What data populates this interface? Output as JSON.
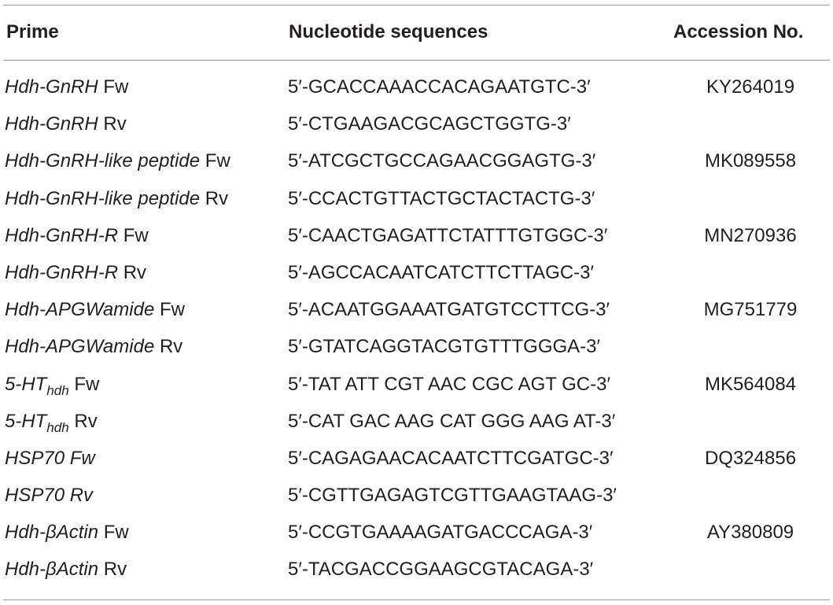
{
  "table": {
    "headers": {
      "primer": "Prime",
      "sequence": "Nucleotide sequences",
      "accession": "Accession No."
    },
    "rows": [
      {
        "name": "Hdh-GnRH",
        "name_sub": "",
        "suffix": " Fw",
        "suffix_italic": false,
        "sequence": "5′-GCACCAAACCACAGAATGTC-3′",
        "accession": "KY264019"
      },
      {
        "name": "Hdh-GnRH",
        "name_sub": "",
        "suffix": " Rv",
        "suffix_italic": false,
        "sequence": "5′-CTGAAGACGCAGCTGGTG-3′",
        "accession": ""
      },
      {
        "name": "Hdh-GnRH-like peptide",
        "name_sub": "",
        "suffix": " Fw",
        "suffix_italic": false,
        "sequence": "5′-ATCGCTGCCAGAACGGAGTG-3′",
        "accession": "MK089558"
      },
      {
        "name": "Hdh-GnRH-like peptide",
        "name_sub": "",
        "suffix": " Rv",
        "suffix_italic": false,
        "sequence": "5′-CCACTGTTACTGCTACTACTG-3′",
        "accession": ""
      },
      {
        "name": "Hdh-GnRH-R",
        "name_sub": "",
        "suffix": " Fw",
        "suffix_italic": false,
        "sequence": "5′-CAACTGAGATTCTATTTGTGGC-3′",
        "accession": "MN270936"
      },
      {
        "name": "Hdh-GnRH-R",
        "name_sub": "",
        "suffix": " Rv",
        "suffix_italic": false,
        "sequence": "5′-AGCCACAATCATCTTCTTAGC-3′",
        "accession": ""
      },
      {
        "name": "Hdh-APGWamide",
        "name_sub": "",
        "suffix": " Fw",
        "suffix_italic": false,
        "sequence": "5′-ACAATGGAAATGATGTCCTTCG-3′",
        "accession": "MG751779"
      },
      {
        "name": "Hdh-APGWamide",
        "name_sub": "",
        "suffix": " Rv",
        "suffix_italic": false,
        "sequence": "5′-GTATCAGGTACGTGTTTGGGA-3′",
        "accession": ""
      },
      {
        "name": "5-HT",
        "name_sub": "hdh",
        "suffix": " Fw",
        "suffix_italic": false,
        "sequence": "5′-TAT ATT CGT AAC CGC AGT GC-3′",
        "accession": "MK564084"
      },
      {
        "name": "5-HT",
        "name_sub": "hdh",
        "suffix": " Rv",
        "suffix_italic": false,
        "sequence": "5′-CAT GAC AAG CAT GGG AAG AT-3′",
        "accession": ""
      },
      {
        "name": "HSP70",
        "name_sub": "",
        "suffix": " Fw",
        "suffix_italic": true,
        "sequence": "5′-CAGAGAACACAATCTTCGATGC-3′",
        "accession": "DQ324856"
      },
      {
        "name": "HSP70",
        "name_sub": "",
        "suffix": " Rv",
        "suffix_italic": true,
        "sequence": "5′-CGTTGAGAGTCGTTGAAGTAAG-3′",
        "accession": ""
      },
      {
        "name": "Hdh-βActin",
        "name_sub": "",
        "suffix": " Fw",
        "suffix_italic": false,
        "sequence": "5′-CCGTGAAAAGATGACCCAGA-3′",
        "accession": "AY380809"
      },
      {
        "name": "Hdh-βActin",
        "name_sub": "",
        "suffix": " Rv",
        "suffix_italic": false,
        "sequence": "5′-TACGACCGGAAGCGTACAGA-3′",
        "accession": ""
      }
    ]
  }
}
